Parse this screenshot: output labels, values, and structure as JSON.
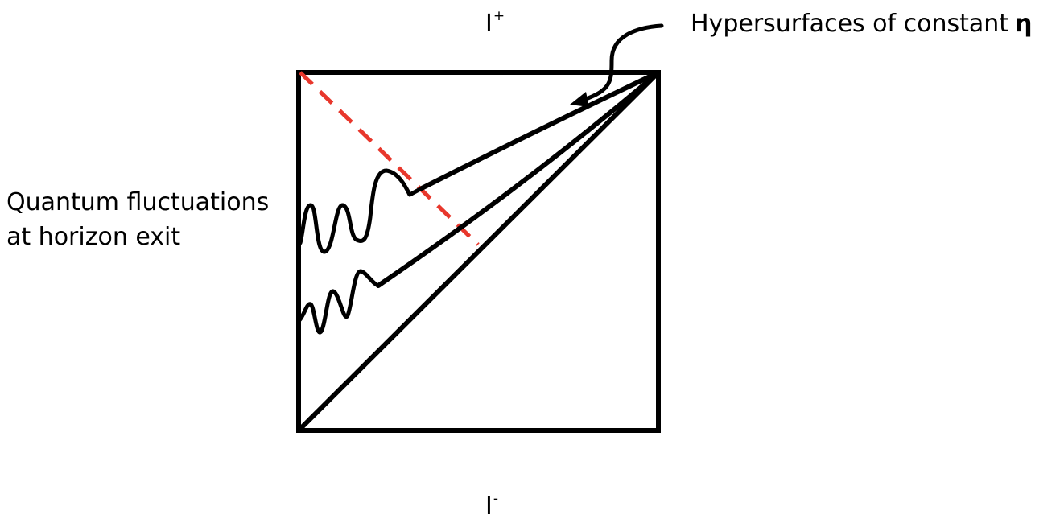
{
  "labels": {
    "future_infinity": {
      "letter": "I",
      "sup": "+"
    },
    "past_infinity": {
      "letter": "I",
      "sup": "-"
    },
    "hypersurfaces": {
      "text": "Hypersurfaces of constant",
      "symbol": "η"
    },
    "quantum": {
      "line1": "Quantum fluctuations",
      "line2": "at horizon exit"
    }
  },
  "colors": {
    "stroke": "#000000",
    "horizon_dash": "#e8372c",
    "background": "#ffffff"
  }
}
